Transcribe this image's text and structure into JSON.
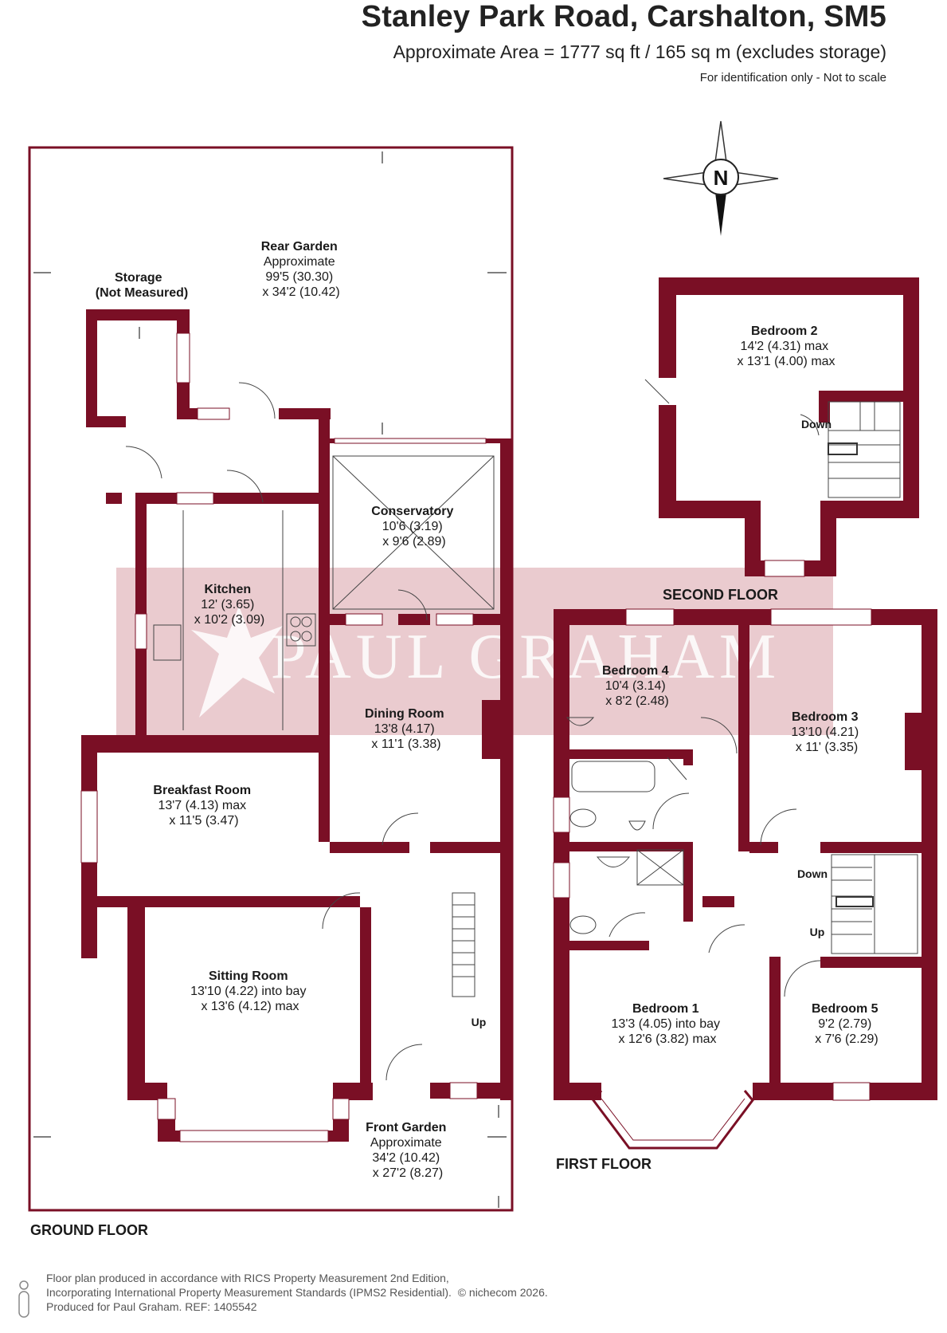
{
  "header": {
    "title": "Stanley Park Road, Carshalton, SM5",
    "area": "Approximate Area = 1777 sq ft / 165 sq m (excludes storage)",
    "disclaimer": "For identification only - Not to scale"
  },
  "watermark": "PAUL GRAHAM",
  "compass": {
    "letter": "N"
  },
  "floors": {
    "ground": "GROUND FLOOR",
    "first": "FIRST FLOOR",
    "second": "SECOND FLOOR"
  },
  "rooms": {
    "rear_garden": {
      "name": "Rear Garden",
      "l1": "Approximate",
      "l2": "99'5 (30.30)",
      "l3": "x 34'2 (10.42)"
    },
    "storage": {
      "name": "Storage",
      "l1": "(Not Measured)"
    },
    "conservatory": {
      "name": "Conservatory",
      "l1": "10'6 (3.19)",
      "l2": "x 9'6 (2.89)"
    },
    "kitchen": {
      "name": "Kitchen",
      "l1": "12' (3.65)",
      "l2": "x 10'2 (3.09)"
    },
    "dining": {
      "name": "Dining Room",
      "l1": "13'8 (4.17)",
      "l2": "x 11'1 (3.38)"
    },
    "breakfast": {
      "name": "Breakfast Room",
      "l1": "13'7 (4.13) max",
      "l2": "x 11'5 (3.47)"
    },
    "sitting": {
      "name": "Sitting Room",
      "l1": "13'10 (4.22) into bay",
      "l2": "x 13'6 (4.12) max"
    },
    "front_garden": {
      "name": "Front Garden",
      "l1": "Approximate",
      "l2": "34'2 (10.42)",
      "l3": "x 27'2 (8.27)"
    },
    "bedroom2": {
      "name": "Bedroom 2",
      "l1": "14'2 (4.31) max",
      "l2": "x 13'1 (4.00) max"
    },
    "bedroom4": {
      "name": "Bedroom 4",
      "l1": "10'4 (3.14)",
      "l2": "x 8'2 (2.48)"
    },
    "bedroom3": {
      "name": "Bedroom 3",
      "l1": "13'10 (4.21)",
      "l2": "x 11' (3.35)"
    },
    "bedroom1": {
      "name": "Bedroom 1",
      "l1": "13'3 (4.05) into bay",
      "l2": "x 12'6 (3.82) max"
    },
    "bedroom5": {
      "name": "Bedroom 5",
      "l1": "9'2 (2.79)",
      "l2": "x 7'6 (2.29)"
    }
  },
  "stairs": {
    "ground_up": "Up",
    "first_down": "Down",
    "first_up": "Up",
    "second_down": "Down"
  },
  "footer": {
    "line1": "Floor plan produced in accordance with RICS Property Measurement 2nd Edition,",
    "line2": "Incorporating International Property Measurement Standards (IPMS2 Residential).",
    "copyright": "© nichecom 2026.",
    "line3": "Produced for Paul Graham.   REF: 1405542"
  },
  "colors": {
    "wall": "#7a0f25",
    "watermark_fill": "#d9a0a8",
    "text": "#1a1a1a"
  }
}
